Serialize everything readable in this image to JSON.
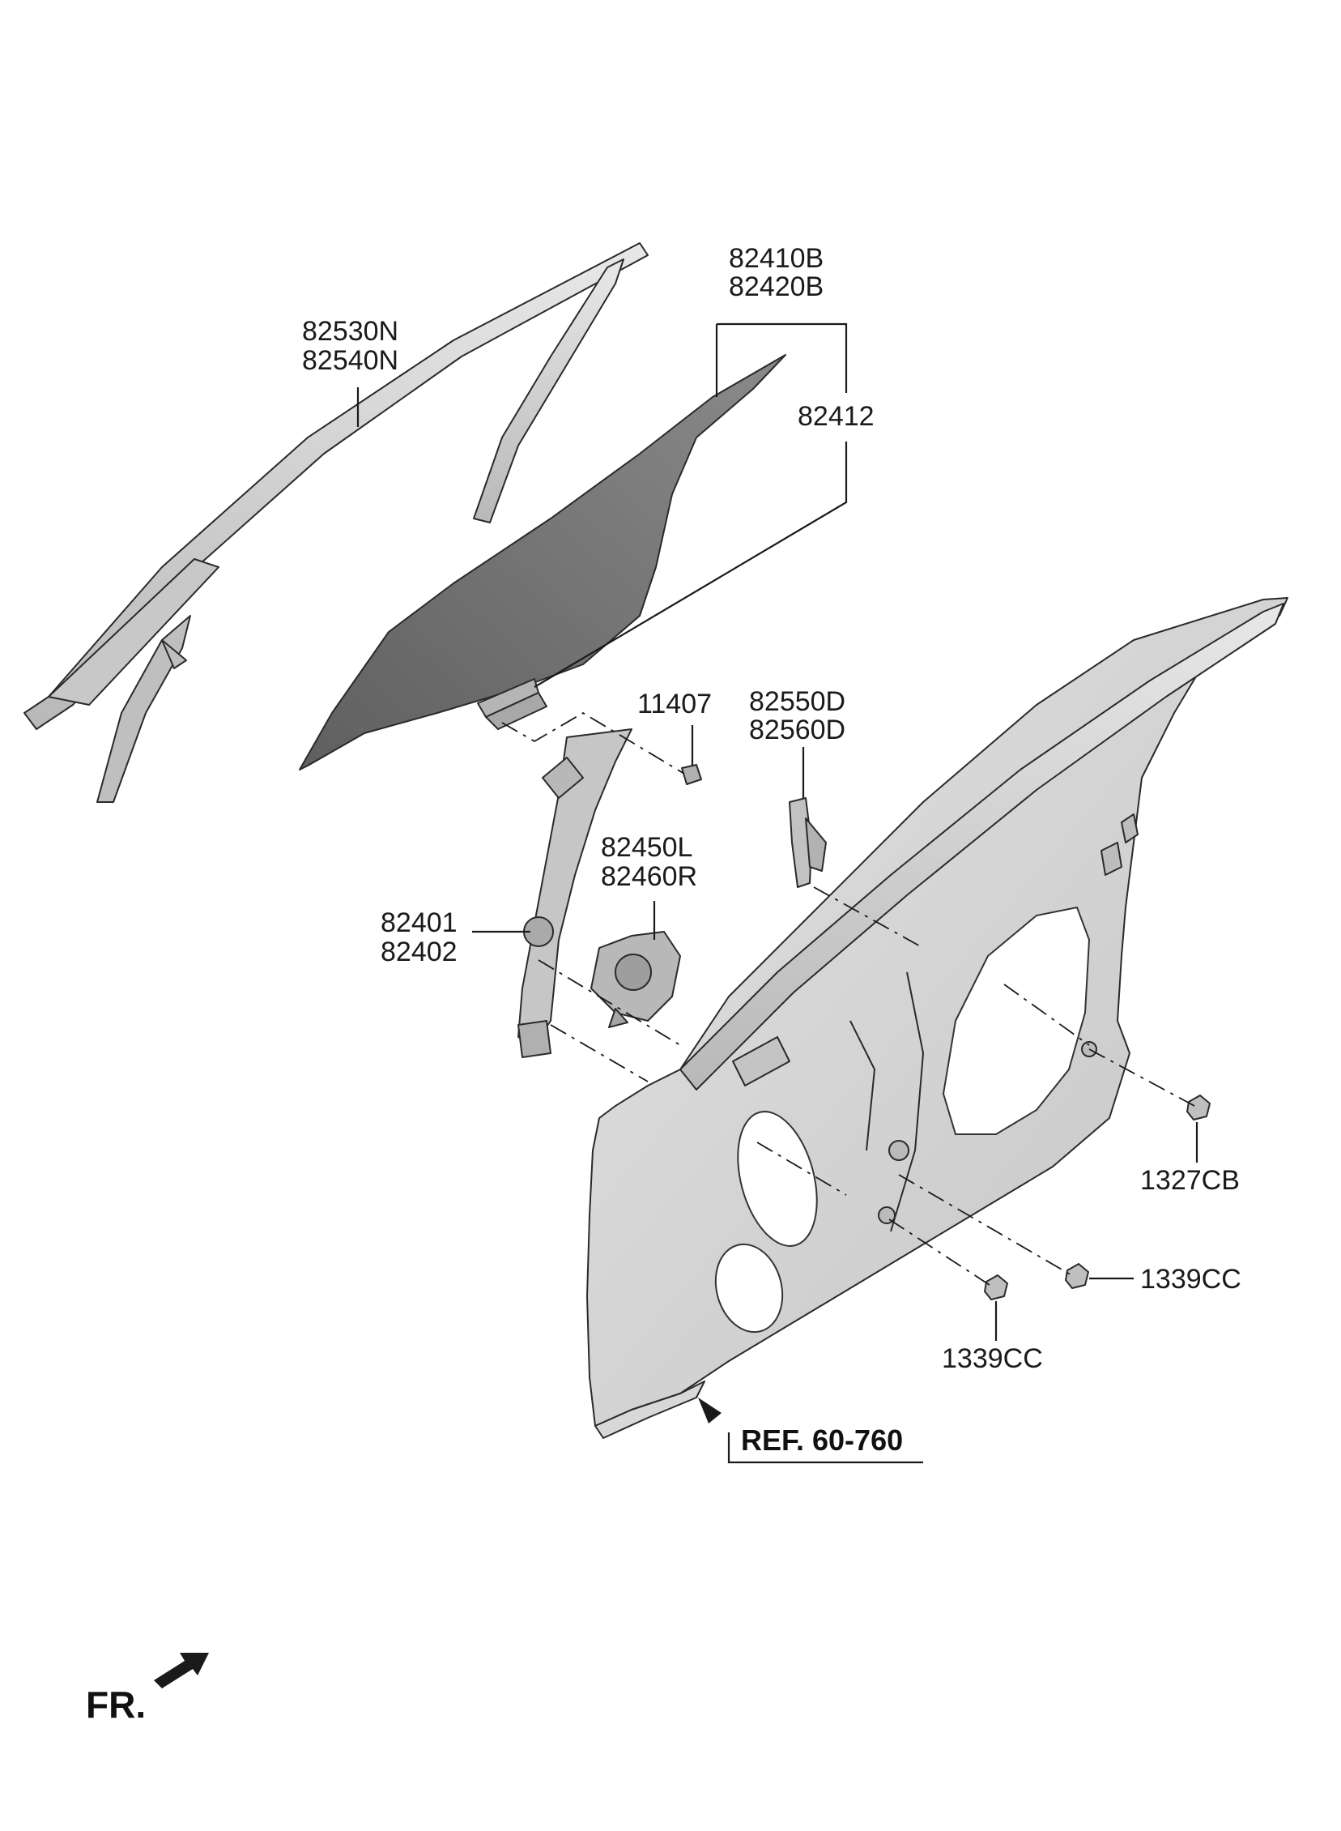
{
  "labels": {
    "p82530n": "82530N",
    "p82540n": "82540N",
    "p82410b": "82410B",
    "p82420b": "82420B",
    "p82412": "82412",
    "p11407": "11407",
    "p82550d": "82550D",
    "p82560d": "82560D",
    "p82450l": "82450L",
    "p82460r": "82460R",
    "p82401": "82401",
    "p82402": "82402",
    "p1327cb": "1327CB",
    "p1339cc_a": "1339CC",
    "p1339cc_b": "1339CC",
    "ref": "REF. 60-760",
    "fr": "FR."
  },
  "colors": {
    "glass": "#6e6e6e",
    "panel": "#d4d4d4",
    "part": "#bdbdbd",
    "line": "#1a1a1a"
  }
}
